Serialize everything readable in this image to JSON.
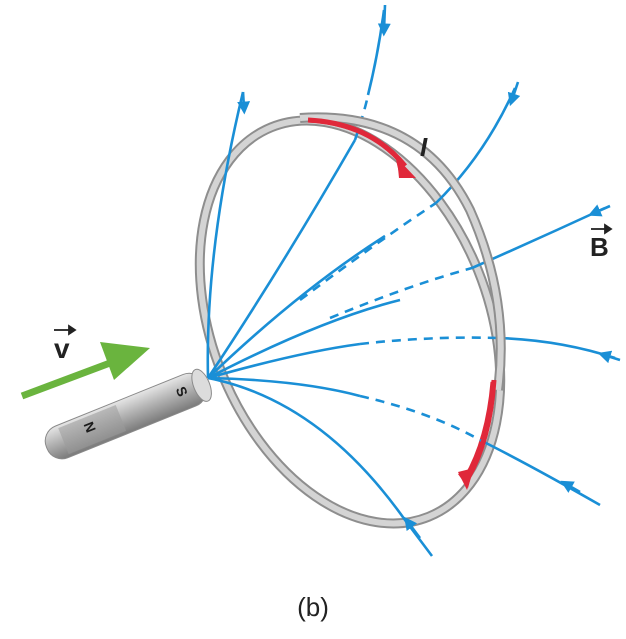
{
  "figure": {
    "caption": "(b)",
    "labels": {
      "velocity": "v",
      "field": "B",
      "current": "I",
      "pole_north": "N",
      "pole_south": "S"
    },
    "colors": {
      "field_lines": "#1a8fd6",
      "current_arrows": "#e0283a",
      "velocity_arrow": "#6ab43e",
      "loop": "#c8c8c8",
      "magnet": "#b0b0b0"
    }
  }
}
